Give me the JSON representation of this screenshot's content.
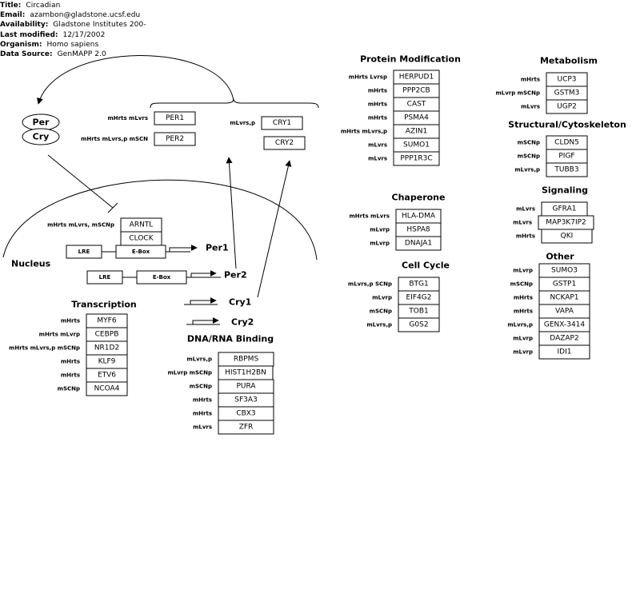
{
  "info": [
    {
      "key": "Title:",
      "value": "Circadian"
    },
    {
      "key": "Email:",
      "value": "azambon@gladstone.ucsf.edu"
    },
    {
      "key": "Availability:",
      "value": "Gladstone Institutes 200-"
    },
    {
      "key": "Last modified:",
      "value": "12/17/2002"
    },
    {
      "key": "Organism:",
      "value": "Homo sapiens"
    },
    {
      "key": "Data Source:",
      "value": "GenMAPP 2.0"
    }
  ],
  "labels": {
    "nucleus": "Nucleus",
    "per": "Per",
    "cry": "Cry",
    "lre1": "LRE",
    "ebox1": "E-Box",
    "lre2": "LRE",
    "ebox2": "E-Box",
    "per1": "Per1",
    "per2": "Per2",
    "cry1": "Cry1",
    "cry2": "Cry2"
  },
  "genes": {
    "arntl": {
      "name": "ARNTL",
      "tag": "mHrts mLvrs, mSCNp"
    },
    "clock": {
      "name": "CLOCK",
      "tag": ""
    },
    "per1": {
      "name": "PER1",
      "tag": "mHrts mLvrs"
    },
    "per2": {
      "name": "PER2",
      "tag": "mHrts mLvrs,p  mSCN"
    },
    "cry1": {
      "name": "CRY1",
      "tag": "mLvrs,p"
    },
    "cry2": {
      "name": "CRY2",
      "tag": ""
    }
  },
  "groups": {
    "transcription": {
      "title": "Transcription",
      "items": [
        {
          "name": "MYF6",
          "tag": "mHrts"
        },
        {
          "name": "CEBPB",
          "tag": "mHrts mLvrp"
        },
        {
          "name": "NR1D2",
          "tag": "mHrts mLvrs,p mSCNp"
        },
        {
          "name": "KLF9",
          "tag": "mHrts"
        },
        {
          "name": "ETV6",
          "tag": "mHrts"
        },
        {
          "name": "NCOA4",
          "tag": "mSCNp"
        }
      ]
    },
    "dna_rna": {
      "title": "DNA/RNA Binding",
      "items": [
        {
          "name": "RBPMS",
          "tag": "mLvrs,p"
        },
        {
          "name": "HIST1H2BN",
          "tag": "mLvrp mSCNp"
        },
        {
          "name": "PURA",
          "tag": "mSCNp"
        },
        {
          "name": "SF3A3",
          "tag": "mHrts"
        },
        {
          "name": "CBX3",
          "tag": "mHrts"
        },
        {
          "name": "ZFR",
          "tag": "mLvrs"
        }
      ]
    },
    "protein_mod": {
      "title": "Protein Modification",
      "items": [
        {
          "name": "HERPUD1",
          "tag": "mHrts Lvrsp"
        },
        {
          "name": "PPP2CB",
          "tag": "mHrts"
        },
        {
          "name": "CAST",
          "tag": "mHrts"
        },
        {
          "name": "PSMA4",
          "tag": "mHrts"
        },
        {
          "name": "AZIN1",
          "tag": "mHrts mLvrs,p"
        },
        {
          "name": "SUMO1",
          "tag": "mLvrs"
        },
        {
          "name": "PPP1R3C",
          "tag": "mLvrs"
        }
      ]
    },
    "chaperone": {
      "title": "Chaperone",
      "items": [
        {
          "name": "HLA-DMA",
          "tag": "mHrts mLvrs"
        },
        {
          "name": "HSPA8",
          "tag": "mLvrp"
        },
        {
          "name": "DNAJA1",
          "tag": "mLvrp"
        }
      ]
    },
    "cell_cycle": {
      "title": "Cell Cycle",
      "items": [
        {
          "name": "BTG1",
          "tag": "mLvrs,p SCNp"
        },
        {
          "name": "EIF4G2",
          "tag": "mLvrp"
        },
        {
          "name": "TOB1",
          "tag": "mSCNp"
        },
        {
          "name": "G0S2",
          "tag": "mLvrs,p"
        }
      ]
    },
    "metabolism": {
      "title": "Metabolism",
      "items": [
        {
          "name": "UCP3",
          "tag": "mHrts"
        },
        {
          "name": "GSTM3",
          "tag": "mLvrp mSCNp"
        },
        {
          "name": "UGP2",
          "tag": "mLvrs"
        }
      ]
    },
    "structural": {
      "title": "Structural/Cytoskeleton",
      "items": [
        {
          "name": "CLDN5",
          "tag": "mSCNp"
        },
        {
          "name": "PIGF",
          "tag": "mSCNp"
        },
        {
          "name": "TUBB3",
          "tag": "mLvrs,p"
        }
      ]
    },
    "signaling": {
      "title": "Signaling",
      "items": [
        {
          "name": "GFRA1",
          "tag": "mLvrs"
        },
        {
          "name": "MAP3K7IP2",
          "tag": "mLvrs"
        },
        {
          "name": "QKI",
          "tag": "mHrts"
        }
      ]
    },
    "other": {
      "title": "Other",
      "items": [
        {
          "name": "SUMO3",
          "tag": "mLvrp"
        },
        {
          "name": "GSTP1",
          "tag": "mSCNp"
        },
        {
          "name": "NCKAP1",
          "tag": "mHrts"
        },
        {
          "name": "VAPA",
          "tag": "mHrts"
        },
        {
          "name": "GENX-3414",
          "tag": "mLvrs,p"
        },
        {
          "name": "DAZAP2",
          "tag": "mLvrp"
        },
        {
          "name": "IDI1",
          "tag": "mLvrp"
        }
      ]
    }
  }
}
